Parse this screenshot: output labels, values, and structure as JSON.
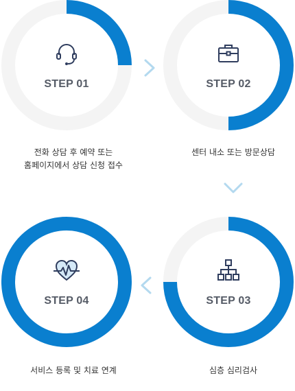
{
  "colors": {
    "accent": "#0a7fcf",
    "track": "#f4f4f4",
    "arrow": "#b3d9ef",
    "icon": "#2f3d5e",
    "label": "#555b66"
  },
  "steps": [
    {
      "label": "STEP 01",
      "progress": 0.25,
      "icon": "headset-icon",
      "caption_lines": [
        "전화 상담 후 예약 또는",
        "홈페이지에서 상담 신청 접수"
      ]
    },
    {
      "label": "STEP 02",
      "progress": 0.5,
      "icon": "briefcase-icon",
      "caption_lines": [
        "센터 내소 또는 방문상담"
      ]
    },
    {
      "label": "STEP 03",
      "progress": 0.75,
      "icon": "org-chart-icon",
      "caption_lines": [
        "심층 심리검사"
      ]
    },
    {
      "label": "STEP 04",
      "progress": 1.0,
      "icon": "heart-pulse-icon",
      "caption_lines": [
        "서비스 등록 및 치료 연계"
      ]
    }
  ],
  "connectors": [
    {
      "icon": "chevron-right-icon"
    },
    {
      "icon": "chevron-down-icon"
    },
    {
      "icon": "chevron-left-icon"
    }
  ]
}
